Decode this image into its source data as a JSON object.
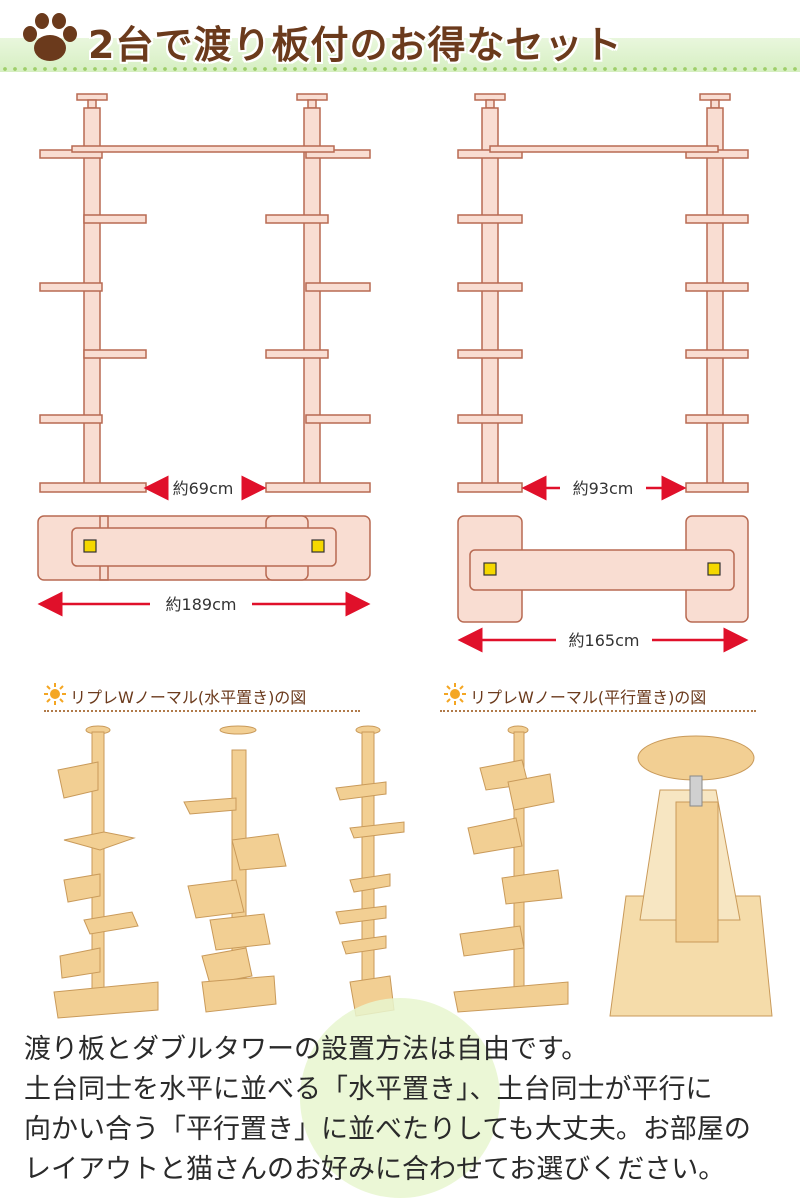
{
  "header": {
    "title": "2台で渡り板付のお得なセット",
    "icon": "paw-icon",
    "accent_color": "#6b3a1c",
    "band_color": "#d6efc2"
  },
  "diagrams": [
    {
      "name": "horizontal-layout",
      "gap_label": "約69cm",
      "width_label": "約189cm"
    },
    {
      "name": "parallel-layout",
      "gap_label": "約93cm",
      "width_label": "約165cm"
    }
  ],
  "sections": [
    {
      "label": "リプレWノーマル(水平置き)の図",
      "icon": "sun-icon"
    },
    {
      "label": "リプレWノーマル(平行置き)の図",
      "icon": "sun-icon"
    }
  ],
  "description": {
    "lines": [
      "渡り板とダブルタワーの設置方法は自由です。",
      "土台同士を水平に並べる「水平置き」、土台同士が平行に",
      "向かい合う「平行置き」に並べたりしても大丈夫。お部屋の",
      "レイアウトと猫さんのお好みに合わせてお選びください。"
    ]
  },
  "colors": {
    "wood_fill": "#f9ddd2",
    "wood_stroke": "#b86a52",
    "arrow": "#e0102a",
    "accent_square": "#f5d800",
    "photo_wood": "#f2cf93"
  }
}
